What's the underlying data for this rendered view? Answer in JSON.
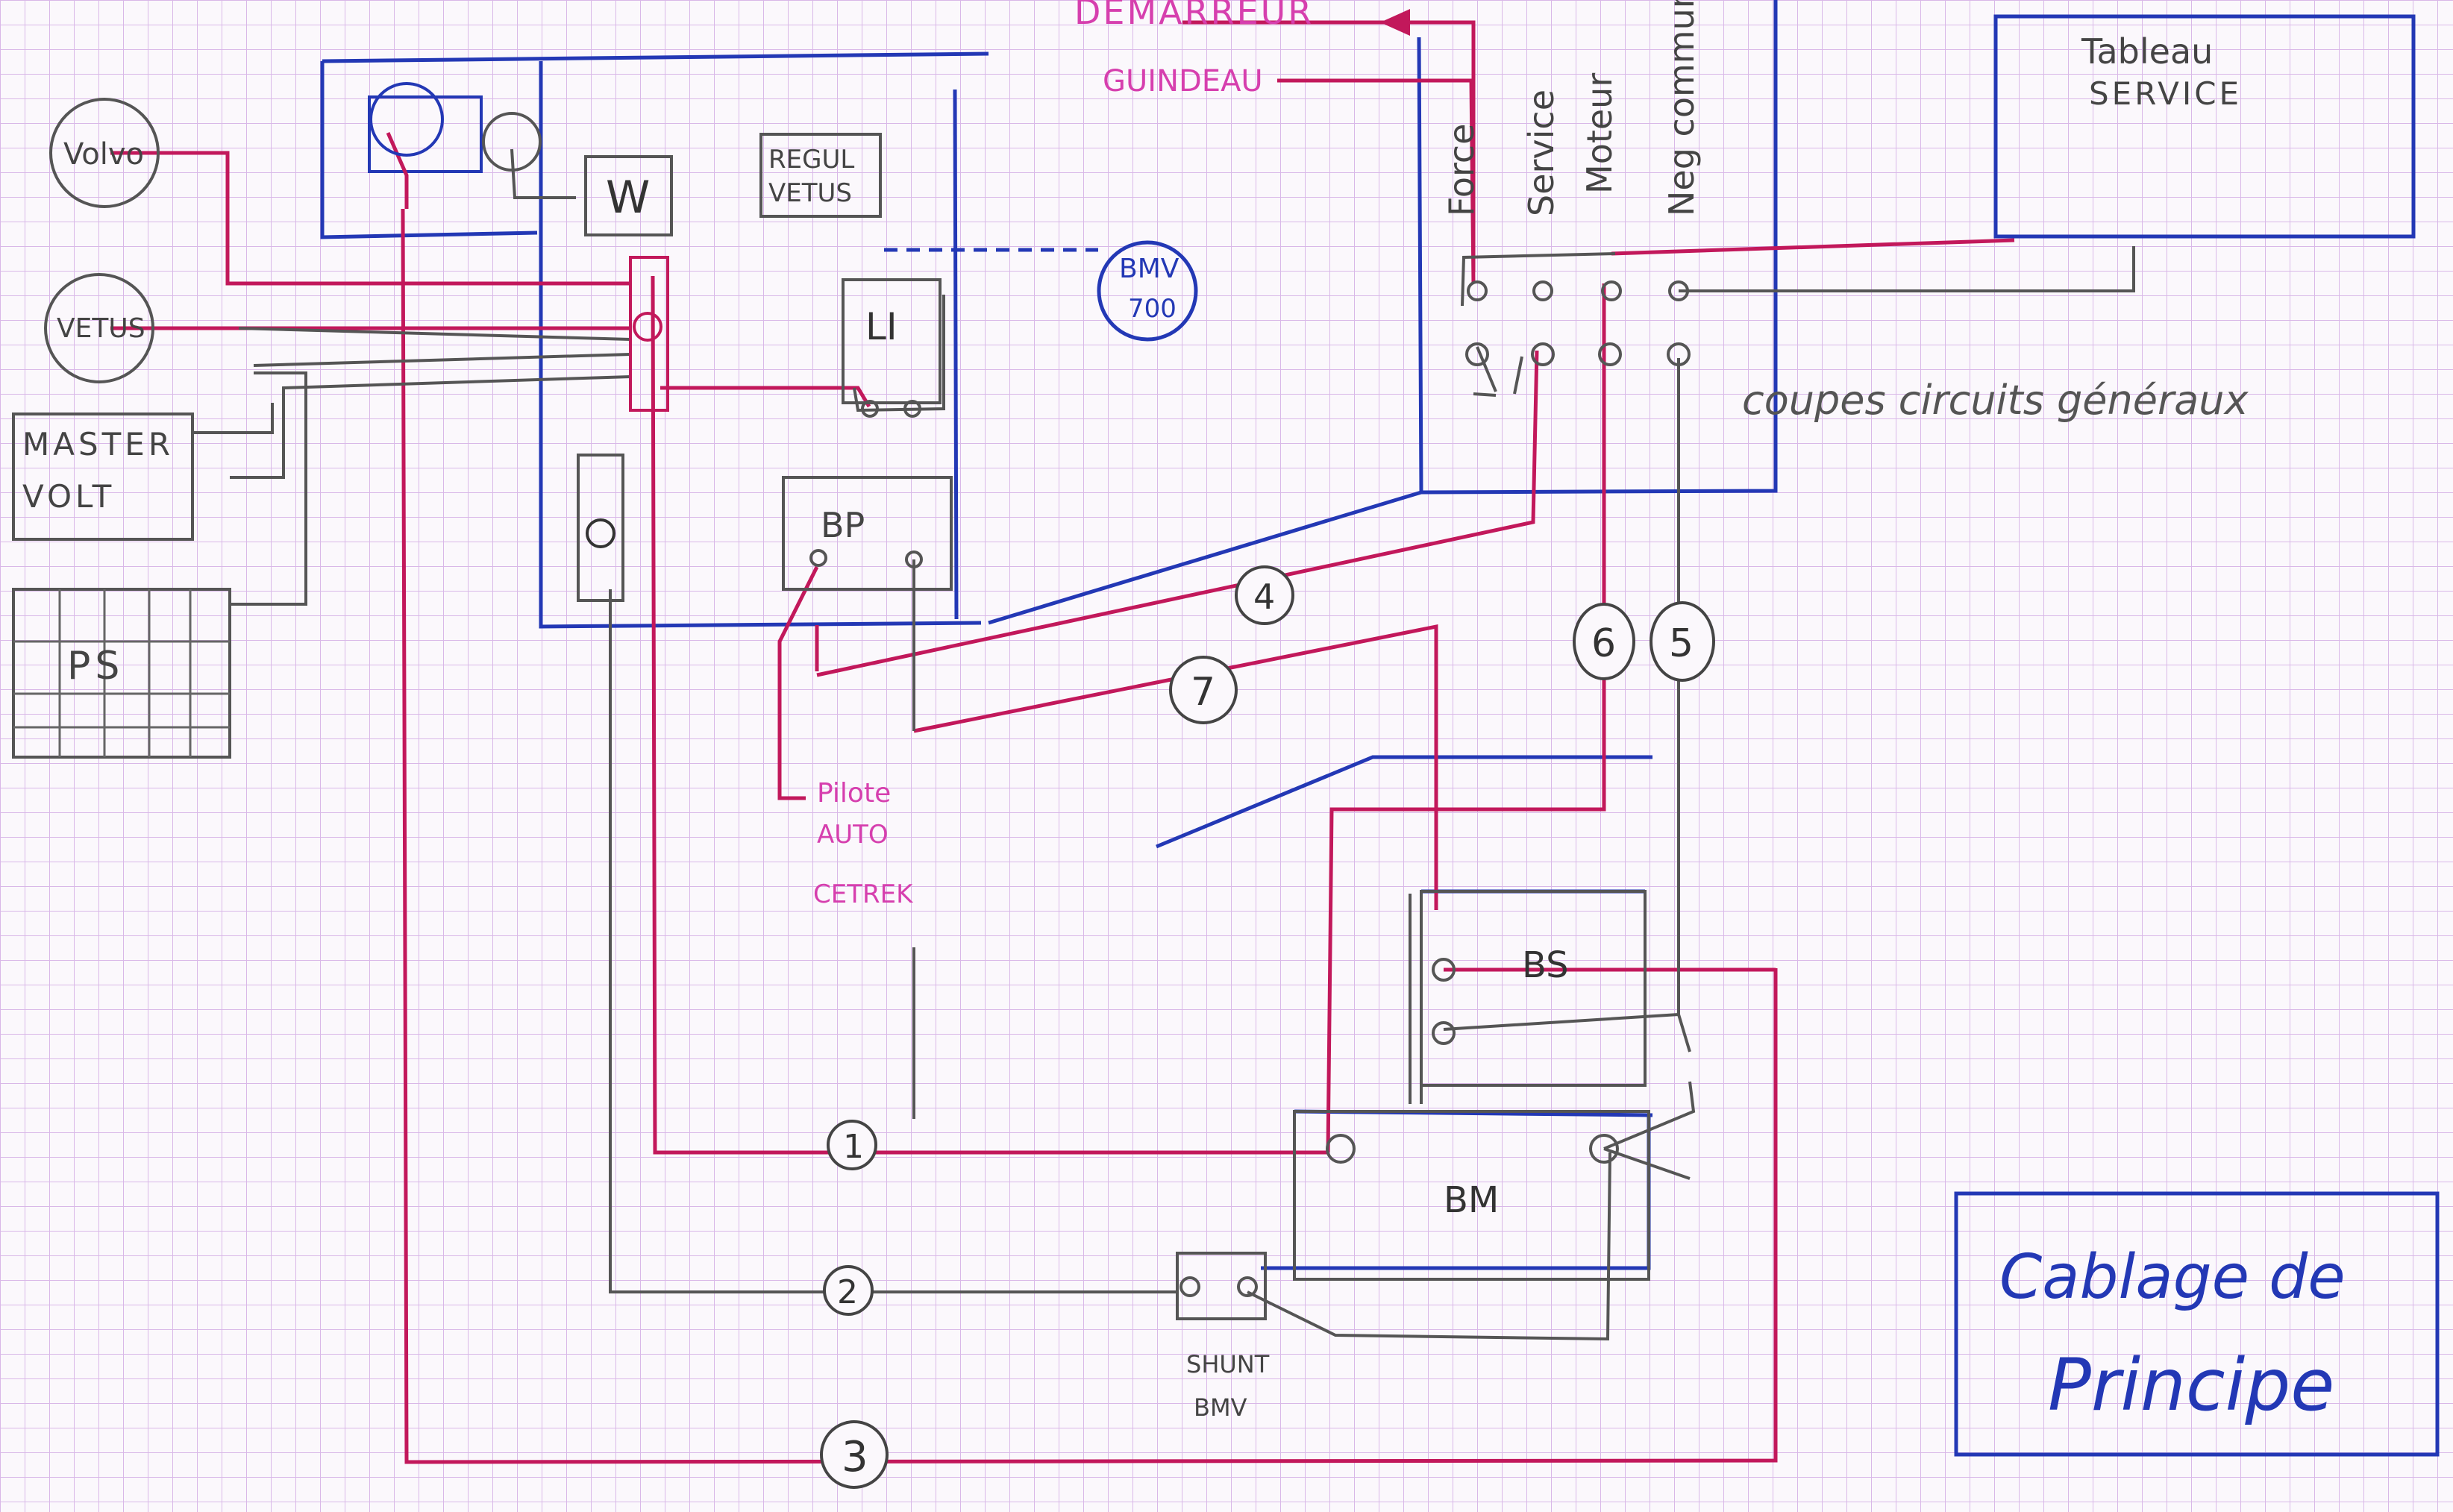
{
  "colors": {
    "paper": "#fbf8fc",
    "grid": "#d9b8e8",
    "pencil": "#555555",
    "ink_blue": "#2338b5",
    "ink_red": "#c2185b",
    "pink_text": "#d63fae"
  },
  "labels": {
    "demarreur": "DEMARREUR",
    "guindeau": "GUINDEAU",
    "tableau_line1": "Tableau",
    "tableau_line2": "SERVICE",
    "volvo": "Volvo",
    "vetus": "VETUS",
    "master_line1": "MASTER",
    "master_line2": "VOLT",
    "ps": "PS",
    "w": "W",
    "regul_line1": "REGUL",
    "regul_line2": "VETUS",
    "li": "LI",
    "bmv_line1": "BMV",
    "bmv_line2": "700",
    "bp": "BP",
    "pilote_line1": "Pilote",
    "pilote_line2": "AUTO",
    "pilote_line3": "CETREK",
    "force": "Force",
    "service": "Service",
    "moteur": "Moteur",
    "neg_commun": "Neg commun",
    "coupes_circuits": "coupes circuits généraux",
    "bs": "BS",
    "bm": "BM",
    "shunt_line1": "SHUNT",
    "shunt_line2": "BMV",
    "title_line1": "Cablage de",
    "title_line2": "Principe",
    "n1": "1",
    "n2": "2",
    "n3": "3",
    "n4": "4",
    "n5": "5",
    "n6": "6",
    "n7": "7"
  }
}
